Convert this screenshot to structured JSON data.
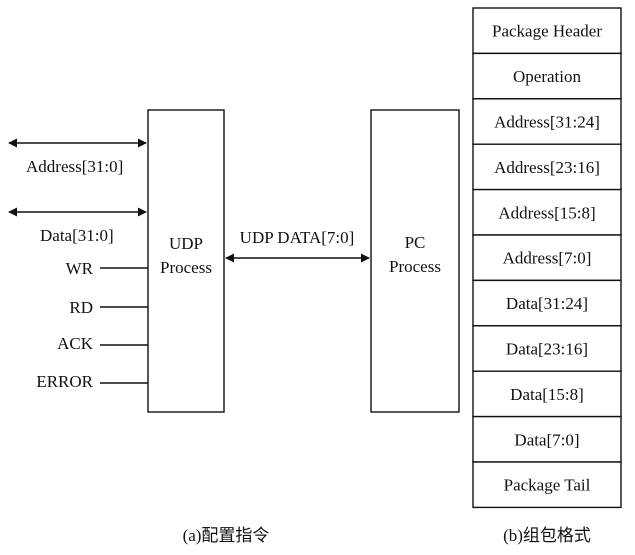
{
  "diagram": {
    "udp_block": {
      "line1": "UDP",
      "line2": "Process"
    },
    "pc_block": {
      "line1": "PC",
      "line2": "Process"
    },
    "link_label": "UDP DATA[7:0]",
    "left_signals": {
      "address": "Address[31:0]",
      "data": "Data[31:0]",
      "wr": "WR",
      "rd": "RD",
      "ack": "ACK",
      "error": "ERROR"
    },
    "packet_fields": [
      "Package Header",
      "Operation",
      "Address[31:24]",
      "Address[23:16]",
      "Address[15:8]",
      "Address[7:0]",
      "Data[31:24]",
      "Data[23:16]",
      "Data[15:8]",
      "Data[7:0]",
      "Package Tail"
    ],
    "caption_a": "(a)配置指令",
    "caption_b": "(b)组包格式"
  }
}
